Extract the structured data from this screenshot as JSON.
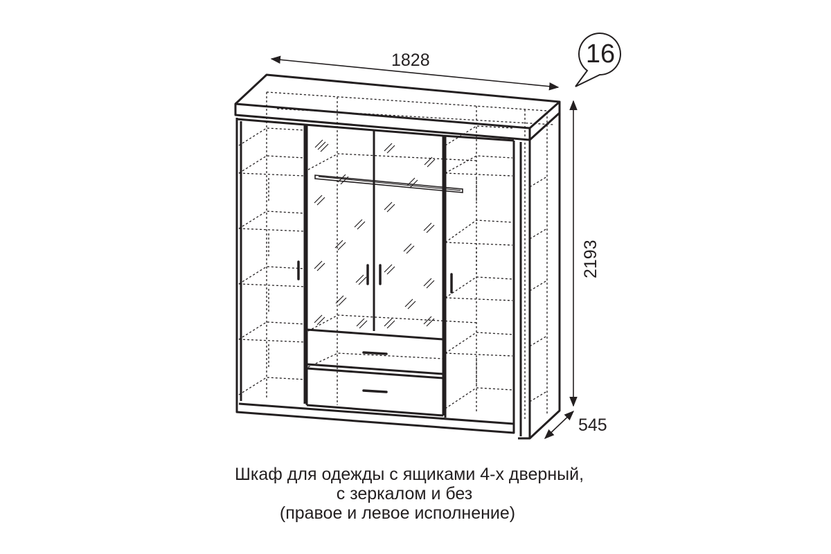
{
  "badge": {
    "number": "16"
  },
  "dimensions": {
    "width": "1828",
    "height": "2193",
    "depth": "545"
  },
  "caption": {
    "line1": "Шкаф для одежды с ящиками 4-х дверный,",
    "line2": "с зеркалом и без",
    "line3": "(правое и левое исполнение)"
  },
  "colors": {
    "ink": "#231f20",
    "background": "#ffffff"
  }
}
